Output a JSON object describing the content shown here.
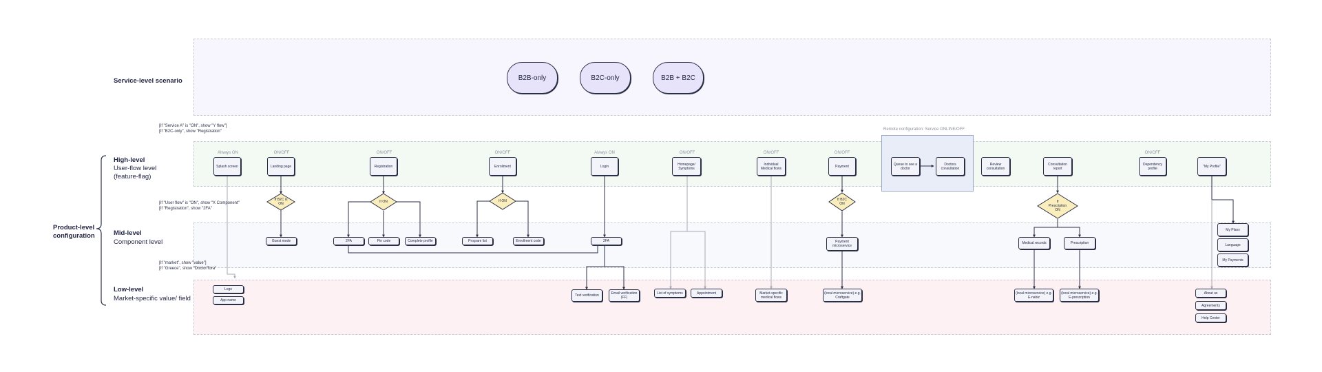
{
  "rows": {
    "service": "Service-level scenario",
    "high_title": "High-level",
    "high_sub1": "User-flow level",
    "high_sub2": "(feature-flag)",
    "mid_title": "Mid-level",
    "mid_sub": "Component level",
    "low_title": "Low-level",
    "low_sub": "Market-specific value/ field",
    "product1": "Product-level",
    "product2": "configuration"
  },
  "scenarios": [
    "B2B-only",
    "B2C-only",
    "B2B + B2C"
  ],
  "notes": {
    "n1a": "[If \"Service A\" is \"ON\", show \"Y flow\"]",
    "n1b": "[If \"B2C-only\", show \"Registration\"",
    "n2a": "[If \"User flow\" is \"ON\", show \"X Component\"",
    "n2b": "[If \"Registration\", show \"2FA\"",
    "n3a": "[If \"market\", show \"value\"]",
    "n3b": "[If \"Greece\", show \"DoctorTora\""
  },
  "status": {
    "always_on": "Always ON",
    "on_off": "ON/OFF",
    "remote": "Remote configuration: Service ONLINE/OFF"
  },
  "high": {
    "splash": "Splash screen",
    "landing": "Landing page",
    "registration": "Registration",
    "enrollment": "Enrollment",
    "login": "Login",
    "homepage": "Homepage/ Symptoms",
    "individual": "Individual Medical flows",
    "payment": "Payment",
    "queue": "Queue to see a doctor",
    "doctors": "Doctors consultation",
    "review": "Review consultation",
    "report": "Consultation report",
    "dependency": "Dependency profile",
    "profile": "\"My Profile\""
  },
  "decisions": {
    "landing": "If B2C is ON",
    "registration": "If ON",
    "enrollment": "If ON",
    "payment": "If B2C ON",
    "prescription": "If Prescription ON"
  },
  "mid": {
    "guest": "Guest mode",
    "twofa1": "2FA",
    "pin": "Pin code",
    "complete": "Complete profile",
    "program": "Program list",
    "enrollcode": "Enrollment code",
    "twofa2": "2FA",
    "paymicro": "Payment microservice",
    "medical": "Medical records",
    "prescription": "Prescription",
    "plans": "My Plans",
    "language": "Language",
    "payments": "My Payments"
  },
  "low": {
    "logo": "Logo",
    "appname": "App name",
    "textver": "Text verification",
    "emailver": "Email verification (FF)",
    "symptoms": "List of symptoms",
    "appointment": "Appointment",
    "marketflows": "Market-specific medical flows",
    "craftgate": "(local microservice) e.g. Craftgate",
    "enabiz": "(local microservice) e.g. E-nabiz",
    "eprescription": "(local microservice) e.g. E-prescription",
    "about": "About us",
    "agreements": "Agreements",
    "help": "Help Center"
  },
  "colors": {
    "service_band": "#f7f5fe",
    "high_band": "#f3faf4",
    "mid_band": "#f8f9fd",
    "low_band": "#fdf1f4",
    "pill": "#e7e3fb",
    "diamond": "#fbeebd",
    "remote": "#e8edf7"
  }
}
